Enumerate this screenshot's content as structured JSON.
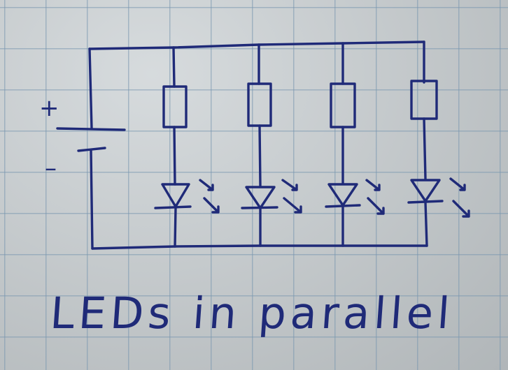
{
  "diagram": {
    "caption": "LEDs in parallel",
    "battery": {
      "positive_label": "+",
      "negative_label": "–"
    },
    "branches": [
      {
        "components": [
          "resistor",
          "led"
        ]
      },
      {
        "components": [
          "resistor",
          "led"
        ]
      },
      {
        "components": [
          "resistor",
          "led"
        ]
      },
      {
        "components": [
          "resistor",
          "led"
        ]
      }
    ],
    "colors": {
      "ink": "#1f2a78",
      "paper": "#c9cfd2",
      "grid": "#7896af"
    }
  }
}
